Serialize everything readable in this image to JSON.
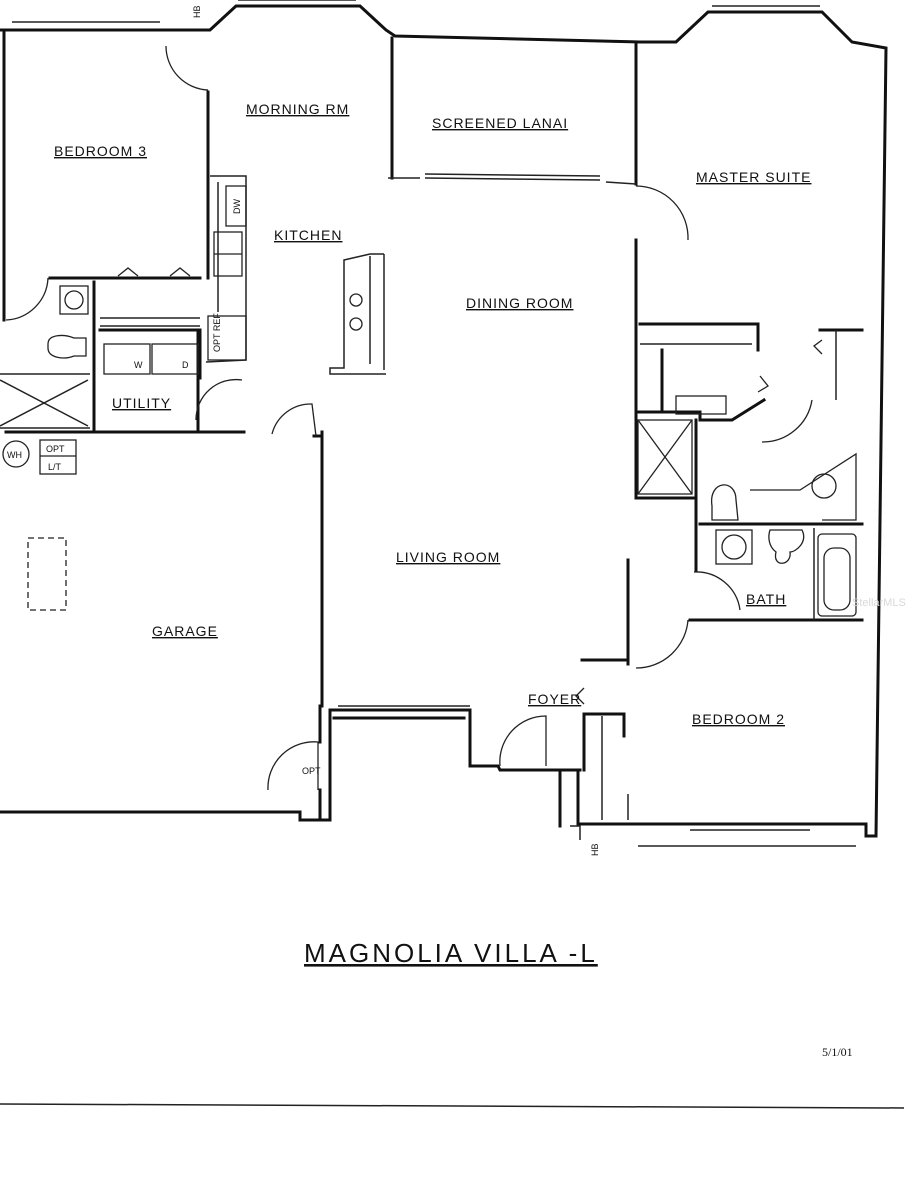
{
  "plan": {
    "title": "MAGNOLIA VILLA -L",
    "date": "5/1/01",
    "watermark": "StellarMLS",
    "rooms": {
      "bedroom3": "BEDROOM 3",
      "morning": "MORNING RM",
      "lanai": "SCREENED LANAI",
      "master": "MASTER SUITE",
      "kitchen": "KITCHEN",
      "dining": "DINING ROOM",
      "utility": "UTILITY",
      "living": "LIVING ROOM",
      "garage": "GARAGE",
      "foyer": "FOYER",
      "bath": "BATH",
      "bedroom2": "BEDROOM 2"
    },
    "fixtures": {
      "dw": "DW",
      "opt_ref": "OPT REF",
      "opt_lt_top": "OPT",
      "opt_lt_bottom": "L/T",
      "wh": "WH",
      "opt_closet": "OPT",
      "washer": "W",
      "dryer": "D",
      "hb_top": "HB",
      "hb_bottom": "HB"
    }
  }
}
